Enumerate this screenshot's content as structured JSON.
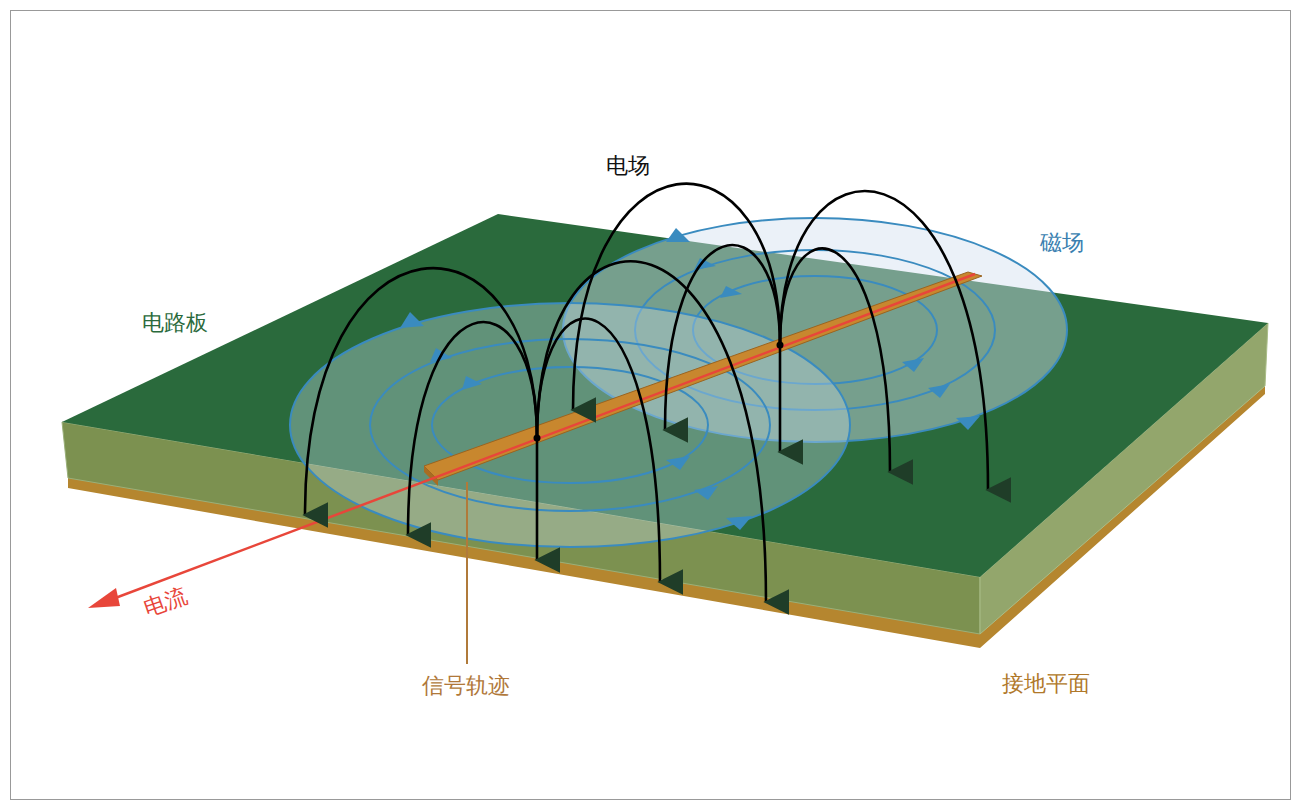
{
  "diagram": {
    "labels": [
      "电场",
      "磁场",
      "电路板",
      "电流",
      "信号轨迹",
      "接地平面"
    ]
  }
}
